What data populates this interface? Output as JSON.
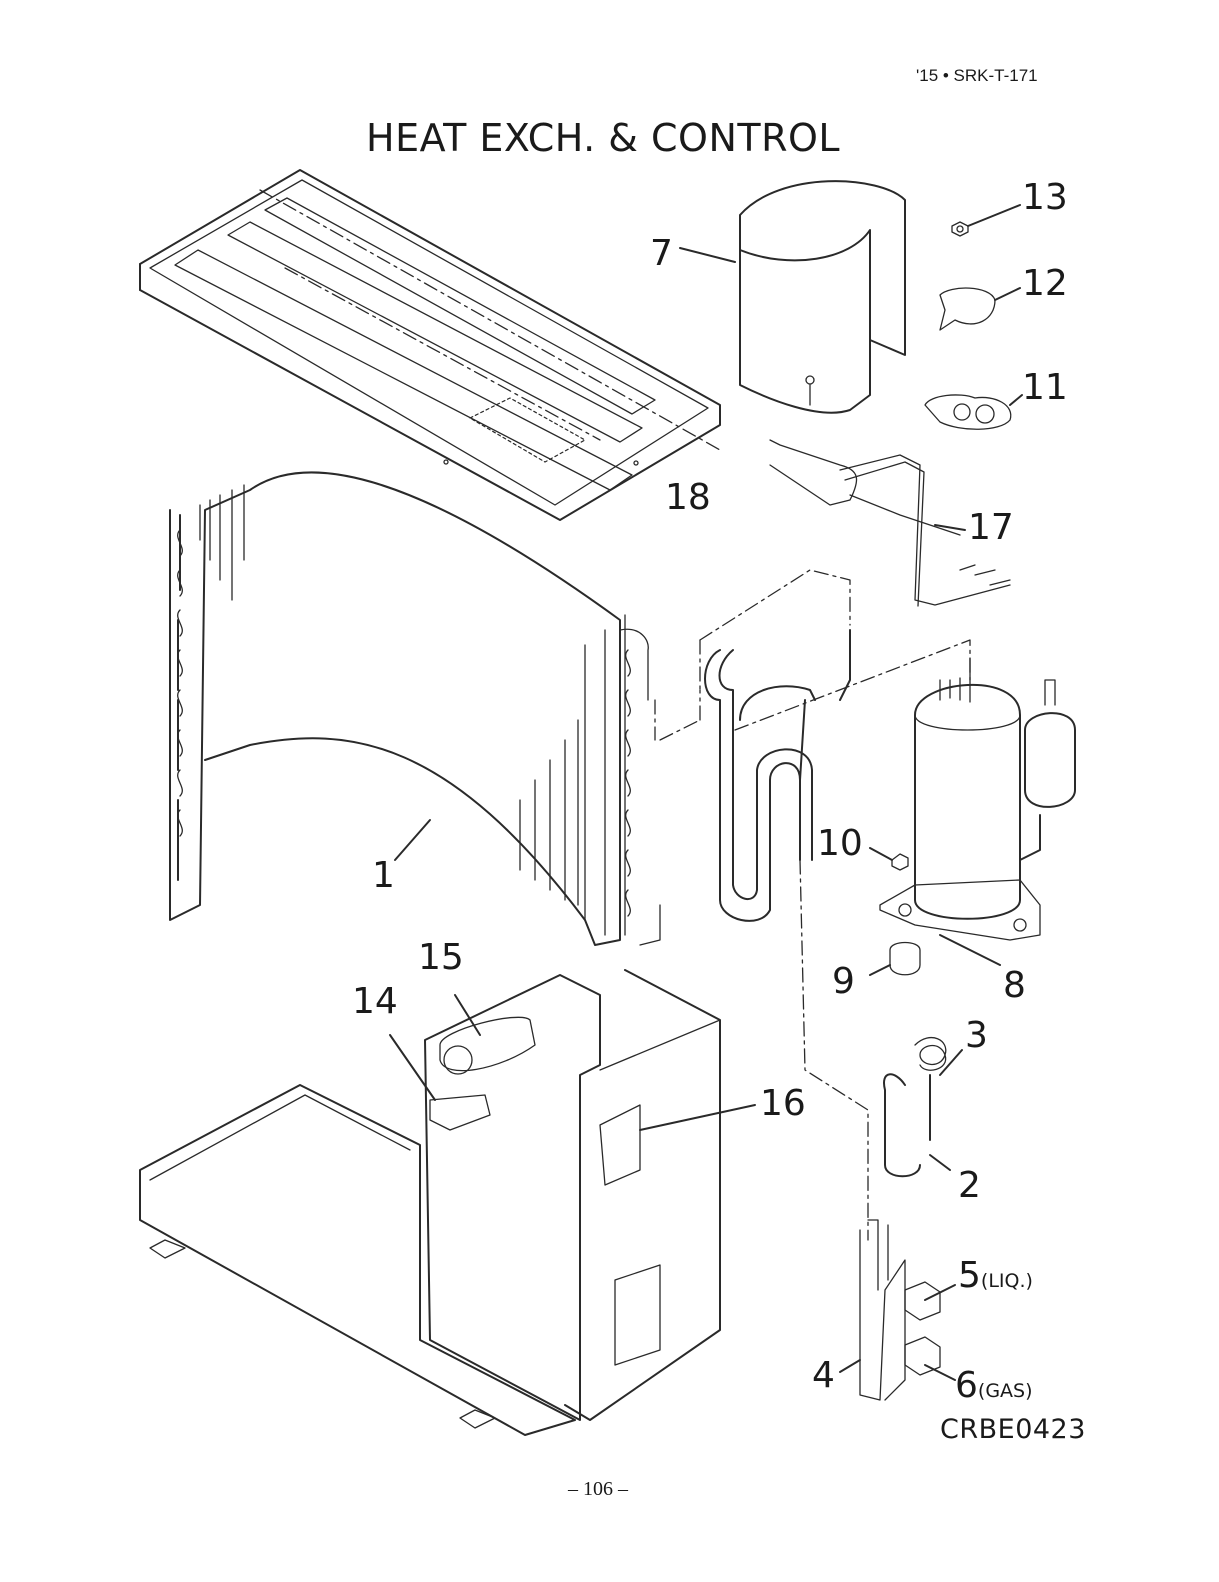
{
  "header": {
    "doc_code": "'15 • SRK-T-171"
  },
  "title": "HEAT EXCH. & CONTROL",
  "callouts": [
    {
      "id": "1",
      "text": "1"
    },
    {
      "id": "2",
      "text": "2"
    },
    {
      "id": "3",
      "text": "3"
    },
    {
      "id": "4",
      "text": "4"
    },
    {
      "id": "5",
      "text": "5",
      "suffix": "(LIQ.)"
    },
    {
      "id": "6",
      "text": "6",
      "suffix": "(GAS)"
    },
    {
      "id": "7",
      "text": "7"
    },
    {
      "id": "8",
      "text": "8"
    },
    {
      "id": "9",
      "text": "9"
    },
    {
      "id": "10",
      "text": "10"
    },
    {
      "id": "11",
      "text": "11"
    },
    {
      "id": "12",
      "text": "12"
    },
    {
      "id": "13",
      "text": "13"
    },
    {
      "id": "14",
      "text": "14"
    },
    {
      "id": "15",
      "text": "15"
    },
    {
      "id": "16",
      "text": "16"
    },
    {
      "id": "17",
      "text": "17"
    },
    {
      "id": "18",
      "text": "18"
    }
  ],
  "drawing_code": "CRBE0423",
  "footer": {
    "page_number": "– 106 –"
  }
}
